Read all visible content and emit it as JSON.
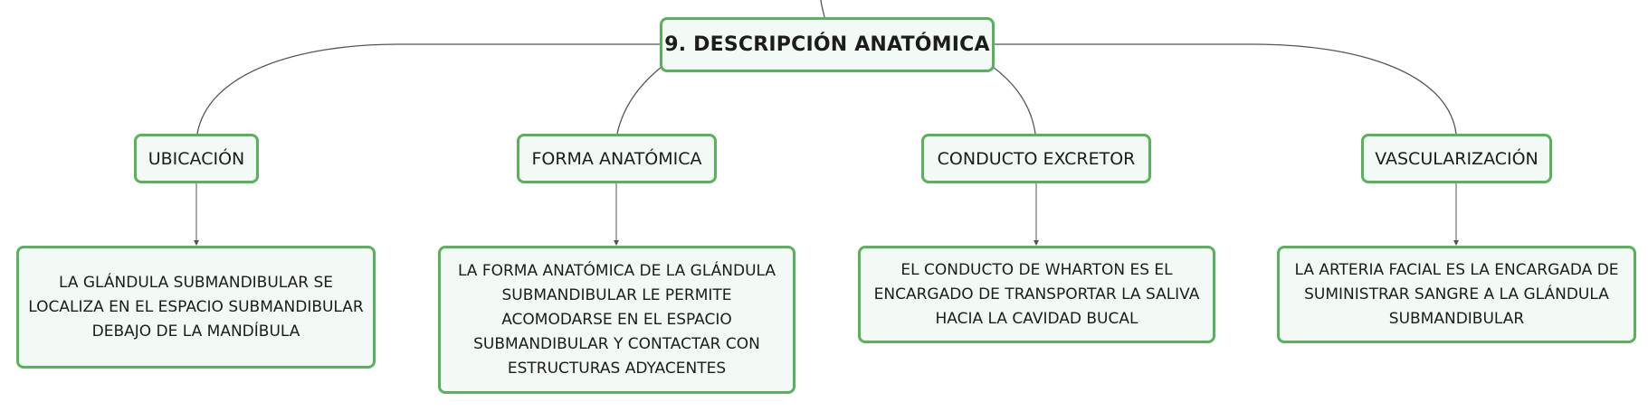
{
  "root": {
    "title": "9. DESCRIPCIÓN ANATÓMICA"
  },
  "branches": [
    {
      "topic": "UBICACIÓN",
      "description": "LA GLÁNDULA SUBMANDIBULAR SE LOCALIZA EN EL ESPACIO SUBMANDIBULAR DEBAJO DE LA MANDÍBULA"
    },
    {
      "topic": "FORMA ANATÓMICA",
      "description": "LA FORMA ANATÓMICA DE LA GLÁNDULA SUBMANDIBULAR LE PERMITE ACOMODARSE EN EL ESPACIO SUBMANDIBULAR Y CONTACTAR CON ESTRUCTURAS ADYACENTES"
    },
    {
      "topic": "CONDUCTO EXCRETOR",
      "description": "EL CONDUCTO DE WHARTON ES EL ENCARGADO DE TRANSPORTAR LA SALIVA HACIA LA CAVIDAD BUCAL"
    },
    {
      "topic": "VASCULARIZACIÓN",
      "description": "LA ARTERIA FACIAL ES LA ENCARGADA DE SUMINISTRAR SANGRE A LA GLÁNDULA SUBMANDIBULAR"
    }
  ],
  "colors": {
    "node_border": "#58b25c",
    "node_fill": "#f3f9f4",
    "connector": "#555555"
  }
}
